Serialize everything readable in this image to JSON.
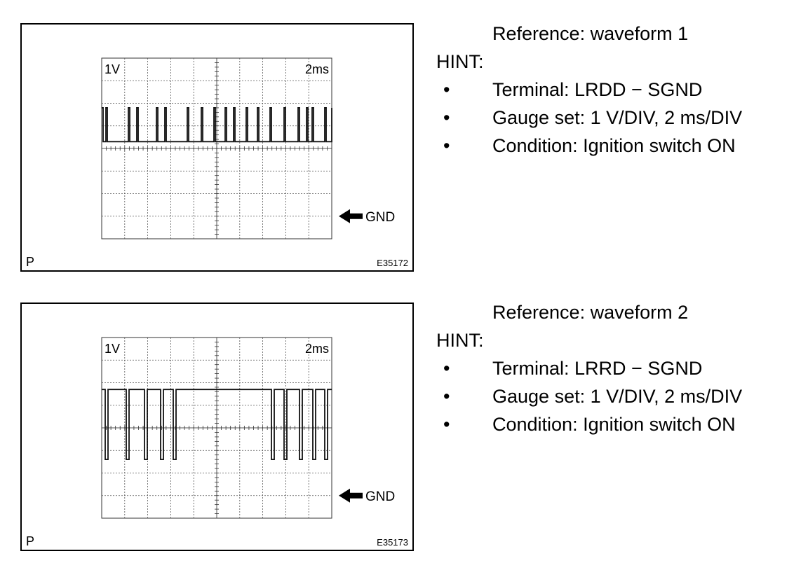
{
  "panels": [
    {
      "volt_label": "1V",
      "time_label": "2ms",
      "gnd_label": "GND",
      "corner_label": "P",
      "figure_id": "E35172",
      "reference": "Reference: waveform 1",
      "hint": "HINT:",
      "bullet": "•",
      "items": [
        "Terminal: LRDD − SGND",
        "Gauge set: 1 V/DIV, 2 ms/DIV",
        "Condition: Ignition switch ON"
      ],
      "waveform": {
        "high_v": 4.8,
        "low_v": 3.3,
        "levels": [
          [
            0,
            1
          ],
          [
            0.1,
            0
          ],
          [
            0.3,
            1
          ],
          [
            0.4,
            0
          ],
          [
            1.9,
            1
          ],
          [
            2.0,
            0
          ],
          [
            2.5,
            1
          ],
          [
            2.6,
            0
          ],
          [
            3.9,
            1
          ],
          [
            4.0,
            0
          ],
          [
            4.5,
            1
          ],
          [
            4.6,
            0
          ],
          [
            6.1,
            1
          ],
          [
            6.2,
            0
          ],
          [
            7.1,
            1
          ],
          [
            7.2,
            0
          ],
          [
            8.0,
            1
          ],
          [
            8.1,
            0
          ],
          [
            8.8,
            1
          ],
          [
            8.9,
            0
          ],
          [
            9.4,
            1
          ],
          [
            9.5,
            0
          ],
          [
            10.3,
            1
          ],
          [
            10.4,
            0
          ],
          [
            11.1,
            1
          ],
          [
            11.2,
            0
          ],
          [
            12.0,
            1
          ],
          [
            12.1,
            0
          ],
          [
            13.0,
            1
          ],
          [
            13.1,
            0
          ],
          [
            14.0,
            1
          ],
          [
            14.1,
            0
          ],
          [
            14.6,
            1
          ],
          [
            14.7,
            0
          ],
          [
            15.0,
            1
          ],
          [
            15.1,
            0
          ],
          [
            15.9,
            1
          ],
          [
            16.0,
            0
          ],
          [
            16.4,
            1
          ]
        ]
      }
    },
    {
      "volt_label": "1V",
      "time_label": "2ms",
      "gnd_label": "GND",
      "corner_label": "P",
      "figure_id": "E35173",
      "reference": "Reference: waveform 2",
      "hint": "HINT:",
      "bullet": "•",
      "items": [
        "Terminal: LRRD − SGND",
        "Gauge set: 1 V/DIV, 2 ms/DIV",
        "Condition: Ignition switch ON"
      ],
      "waveform": {
        "high_v": 4.7,
        "low_v": 1.6,
        "levels": [
          [
            0,
            1
          ],
          [
            0.25,
            0
          ],
          [
            0.45,
            1
          ],
          [
            1.75,
            0
          ],
          [
            1.95,
            1
          ],
          [
            3.05,
            0
          ],
          [
            3.25,
            1
          ],
          [
            4.2,
            0
          ],
          [
            4.4,
            1
          ],
          [
            5.1,
            0
          ],
          [
            5.3,
            1
          ],
          [
            11.7,
            1
          ],
          [
            11.9,
            1
          ],
          [
            12.1,
            0
          ],
          [
            12.3,
            1
          ],
          [
            13.0,
            0
          ],
          [
            13.2,
            1
          ],
          [
            14.1,
            0
          ],
          [
            14.3,
            1
          ],
          [
            15.05,
            0
          ],
          [
            15.25,
            1
          ],
          [
            15.9,
            0
          ],
          [
            16.1,
            1
          ],
          [
            16.4,
            1
          ]
        ]
      }
    }
  ]
}
